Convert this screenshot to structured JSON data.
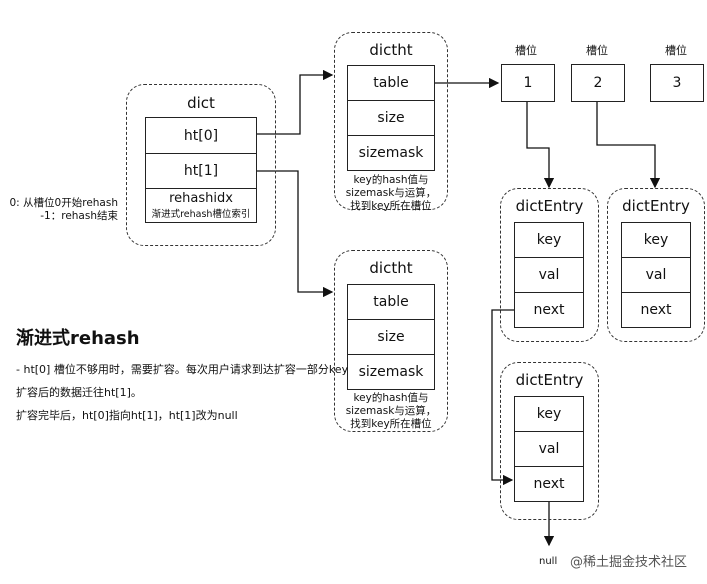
{
  "dict": {
    "title": "dict",
    "rows": [
      "ht[0]",
      "ht[1]"
    ],
    "rehashidx": "rehashidx",
    "rehashidx_sub": "渐进式rehash槽位索引"
  },
  "rehash_note": {
    "line1": "0: 从槽位0开始rehash",
    "line2": "-1：rehash结束"
  },
  "dictht_top": {
    "title": "dictht",
    "rows": [
      "table",
      "size",
      "sizemask"
    ],
    "note": [
      "key的hash值与",
      "sizemask与运算，",
      "找到key所在槽位"
    ]
  },
  "dictht_bottom": {
    "title": "dictht",
    "rows": [
      "table",
      "size",
      "sizemask"
    ],
    "note": [
      "key的hash值与",
      "sizemask与运算，",
      "找到key所在槽位"
    ]
  },
  "slots": [
    {
      "label": "槽位",
      "value": "1"
    },
    {
      "label": "槽位",
      "value": "2"
    },
    {
      "label": "槽位",
      "value": "3"
    }
  ],
  "entry_a": {
    "title": "dictEntry",
    "rows": [
      "key",
      "val",
      "next"
    ]
  },
  "entry_b": {
    "title": "dictEntry",
    "rows": [
      "key",
      "val",
      "next"
    ]
  },
  "entry_c": {
    "title": "dictEntry",
    "rows": [
      "key",
      "val",
      "next"
    ]
  },
  "null_label": "null",
  "heading": "渐进式rehash",
  "desc": [
    "- ht[0] 槽位不够用时，需要扩容。每次用户请求到达扩容一部分key",
    "扩容后的数据迁往ht[1]。",
    "扩容完毕后，ht[0]指向ht[1]，ht[1]改为null"
  ],
  "watermark": "@稀土掘金技术社区"
}
